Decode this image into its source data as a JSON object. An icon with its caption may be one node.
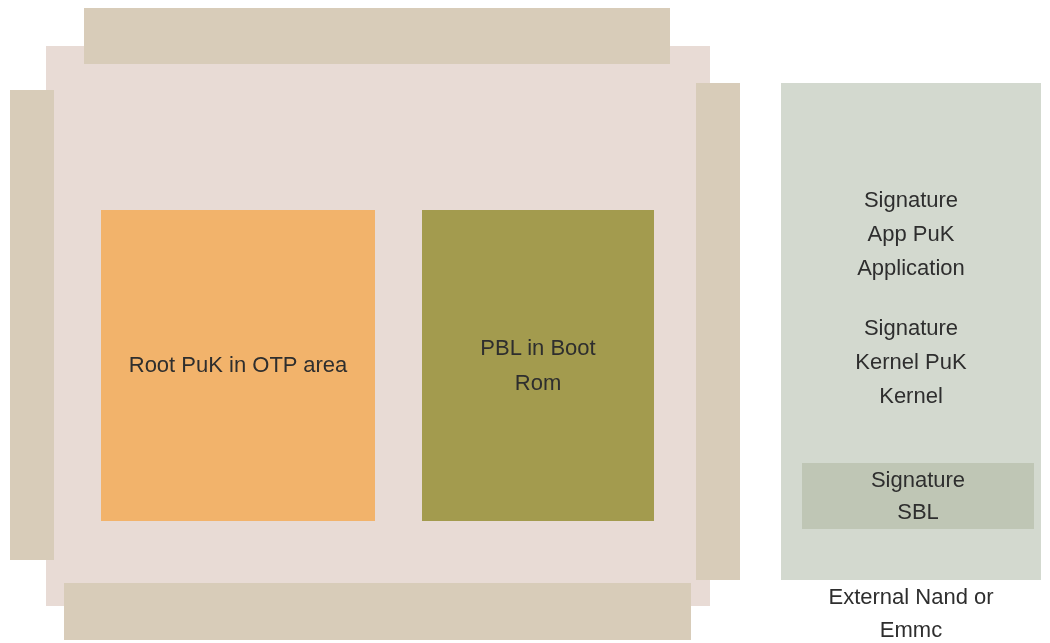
{
  "diagram": {
    "nodes": [
      {
        "text": [],
        "shape": "bar"
      },
      {
        "text": [],
        "shape": "bar"
      },
      {
        "text": [],
        "shape": "box"
      },
      {
        "text": [
          "Root PuK in OTP area"
        ],
        "in": 2
      },
      {
        "text": [
          "PBL in Boot Rom"
        ],
        "in": 2
      },
      {
        "text": [],
        "shape": "bar"
      },
      {
        "text": [
          "Signature App PuK Application",
          "Signature Kernel PuK Kernel"
        ],
        "beside": [
          "External Nand or Emmc"
        ]
      },
      {
        "text": [
          "Signature SBL"
        ],
        "in": 6
      },
      {
        "text": [],
        "shape": "bar"
      }
    ]
  }
}
